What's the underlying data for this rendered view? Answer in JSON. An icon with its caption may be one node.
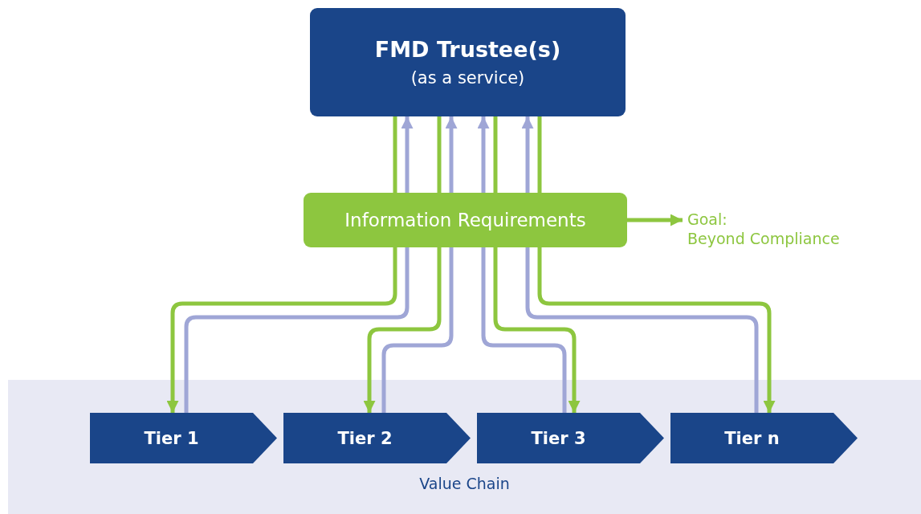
{
  "diagram": {
    "nodes": [
      {
        "text": [
          "FMD Trustee(s)",
          "(as a service)"
        ]
      },
      {
        "text": [
          "Information Requirements"
        ]
      },
      {
        "text": [
          "Goal:",
          "Beyond Compliance"
        ]
      },
      {
        "text": [
          "Value Chain"
        ]
      },
      {
        "text": [
          "Tier 1"
        ],
        "in": 3
      },
      {
        "text": [
          "Tier 2"
        ],
        "in": 3
      },
      {
        "text": [
          "Tier 3"
        ],
        "in": 3
      },
      {
        "text": [
          "Tier n"
        ],
        "in": 3
      }
    ],
    "edges": [
      {
        "from": 1,
        "to": 2,
        "arrow": "to"
      },
      {
        "from": 0,
        "to": 1,
        "arrow": "none"
      },
      {
        "from": 0,
        "to": 1,
        "arrow": "none"
      },
      {
        "from": 0,
        "to": 1,
        "arrow": "none"
      },
      {
        "from": 0,
        "to": 1,
        "arrow": "none"
      },
      {
        "from": 1,
        "to": 4,
        "arrow": "to"
      },
      {
        "from": 1,
        "to": 5,
        "arrow": "to"
      },
      {
        "from": 1,
        "to": 6,
        "arrow": "to"
      },
      {
        "from": 1,
        "to": 7,
        "arrow": "to"
      },
      {
        "from": 4,
        "to": 1,
        "arrow": "none",
        "color": "#9fa6d6"
      },
      {
        "from": 5,
        "to": 1,
        "arrow": "none",
        "color": "#9fa6d6"
      },
      {
        "from": 6,
        "to": 1,
        "arrow": "none",
        "color": "#9fa6d6"
      },
      {
        "from": 7,
        "to": 1,
        "arrow": "none",
        "color": "#9fa6d6"
      },
      {
        "from": 1,
        "to": 0,
        "arrow": "to",
        "color": "#9fa6d6"
      },
      {
        "from": 1,
        "to": 0,
        "arrow": "to",
        "color": "#9fa6d6"
      },
      {
        "from": 1,
        "to": 0,
        "arrow": "to",
        "color": "#9fa6d6"
      },
      {
        "from": 1,
        "to": 0,
        "arrow": "to",
        "color": "#9fa6d6"
      }
    ]
  }
}
